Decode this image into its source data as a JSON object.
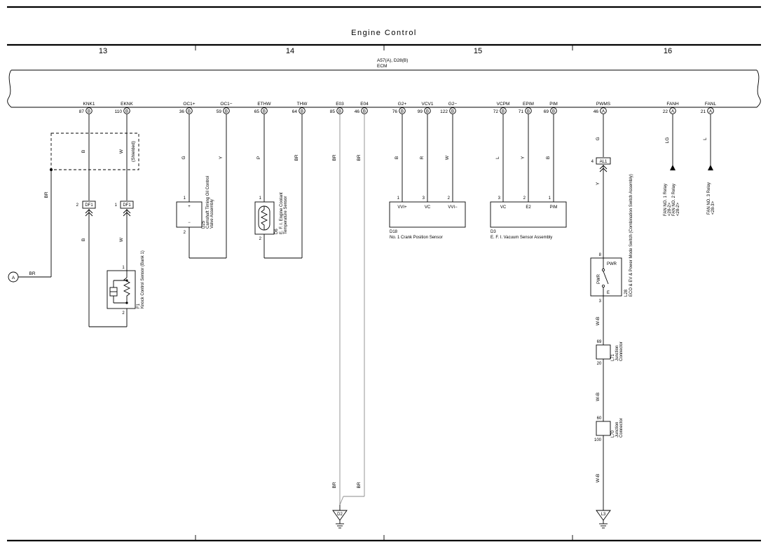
{
  "title": "Engine Control",
  "sections": [
    "13",
    "14",
    "15",
    "16"
  ],
  "ecm": {
    "line1": "A57(A), D28(B)",
    "line2": "ECM"
  },
  "terminals": [
    {
      "signal": "KNK1",
      "pin": "87",
      "conn": "B"
    },
    {
      "signal": "EKNK",
      "pin": "110",
      "conn": "B"
    },
    {
      "signal": "OC1+",
      "pin": "36",
      "conn": "B"
    },
    {
      "signal": "OC1−",
      "pin": "59",
      "conn": "B"
    },
    {
      "signal": "ETHW",
      "pin": "65",
      "conn": "B"
    },
    {
      "signal": "THW",
      "pin": "64",
      "conn": "B"
    },
    {
      "signal": "E03",
      "pin": "85",
      "conn": "B"
    },
    {
      "signal": "E04",
      "pin": "46",
      "conn": "B"
    },
    {
      "signal": "G2+",
      "pin": "76",
      "conn": "B"
    },
    {
      "signal": "VCV1",
      "pin": "99",
      "conn": "B"
    },
    {
      "signal": "G2−",
      "pin": "122",
      "conn": "B"
    },
    {
      "signal": "VCPM",
      "pin": "72",
      "conn": "B"
    },
    {
      "signal": "EPIM",
      "pin": "71",
      "conn": "B"
    },
    {
      "signal": "PIM",
      "pin": "69",
      "conn": "B"
    },
    {
      "signal": "PWMS",
      "pin": "46",
      "conn": "A"
    },
    {
      "signal": "FANH",
      "pin": "22",
      "conn": "A"
    },
    {
      "signal": "FANL",
      "pin": "21",
      "conn": "A"
    }
  ],
  "wire_colors": {
    "knk1": "B",
    "eknk": "W",
    "knk1_lower": "B",
    "eknk_lower": "W",
    "shield": "BR",
    "shield_ref": "BR",
    "oc1p": "G",
    "oc1m": "Y",
    "ethw": "P",
    "thw": "BR",
    "e03": "BR",
    "e04": "BR",
    "e03_low": "BR",
    "e04_low": "BR",
    "g2p": "B",
    "vcv1": "R",
    "g2m": "W",
    "vcpm": "L",
    "epim": "Y",
    "pim": "B",
    "pwms_upper": "G",
    "pwms_mid": "Y",
    "pwms_wb1": "W-B",
    "pwms_wb2": "W-B",
    "pwms_wb3": "W-B",
    "fanh": "LG",
    "fanl": "L"
  },
  "shielded_label": "(Shielded)",
  "ref_a": "A",
  "connectors": {
    "df1_left": {
      "name": "DF1",
      "pin": "2"
    },
    "df1_right": {
      "name": "DF1",
      "pin": "1"
    },
    "al1": {
      "name": "AL1",
      "pin": "4"
    }
  },
  "components": {
    "f1": {
      "code": "F1",
      "name": "Knock Control Sensor (Bank 1)",
      "pin_top": "1",
      "pin_bottom": "2"
    },
    "d25": {
      "code": "D25",
      "name1": "Camshaft Timing Oil Control",
      "name2": "Valve Assembly",
      "pin_top": "1",
      "pin_bottom": "2",
      "plus": "+",
      "minus": "−"
    },
    "d6": {
      "code": "D6",
      "name1": "E. F. I.  Engine Coolant",
      "name2": "Temperature Sensor",
      "pin_top": "1",
      "pin_bottom": "2"
    },
    "d18": {
      "code": "D18",
      "name": "No. 1 Crank Position Sensor",
      "pins": [
        "1",
        "3",
        "2"
      ],
      "labels": [
        "VVI+",
        "VC",
        "VVI−"
      ]
    },
    "d3": {
      "code": "D3",
      "name": "E. F. I.  Vacuum Sensor Assembly",
      "pins": [
        "3",
        "2",
        "1"
      ],
      "labels": [
        "VC",
        "E2",
        "PIM"
      ]
    },
    "l28": {
      "code": "L28",
      "name": "ECO & EV & Power Mode Switch (Combination Switch Assembly)",
      "pin_top": "8",
      "pin_bottom": "3",
      "sw_label": "PWR",
      "side_label": "PWR",
      "e_label": "E"
    },
    "l71": {
      "code": "L71",
      "name1": "Junction",
      "name2": "Connector",
      "pin_top": "69",
      "pin_bottom": "20"
    },
    "l70": {
      "code": "L70",
      "name1": "Junction",
      "name2": "Connector",
      "pin_top": "60",
      "pin_bottom": "100"
    }
  },
  "grounds": {
    "d2": "D2",
    "l3": "L3"
  },
  "relays": {
    "fan1_a": "FAN NO. 1 Relay",
    "fan1_b": "<28-2>",
    "fan2_a": "FAN NO. 2 Relay",
    "fan2_b": "<28-2>",
    "fan3_a": "FAN NO. 3 Relay",
    "fan3_b": "<28-3>"
  },
  "colors": {
    "line": "#000000",
    "ground_wire": "#8a8a8a",
    "background": "#ffffff"
  }
}
